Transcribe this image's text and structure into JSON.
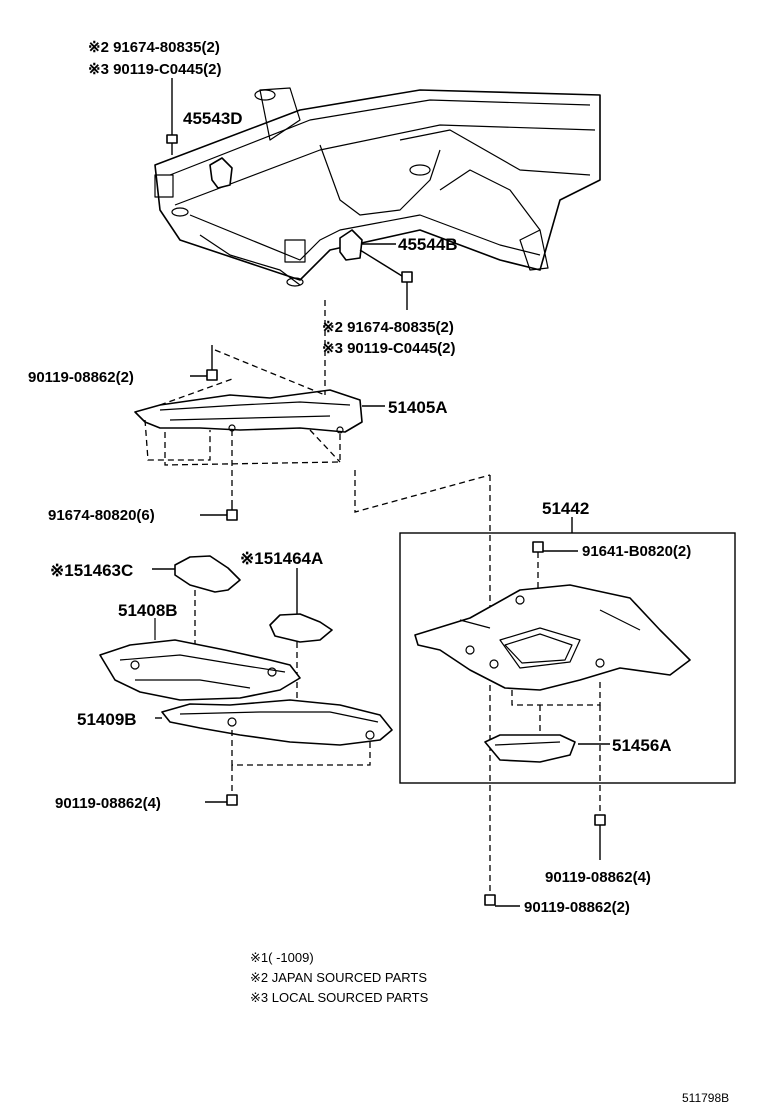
{
  "callouts": {
    "bolt_top_a": "※2 91674-80835(2)",
    "bolt_top_b": "※3 90119-C0445(2)",
    "bracket_d": "45543D",
    "bracket_b": "45544B",
    "bolt_mid_a": "※2 91674-80835(2)",
    "bolt_mid_b": "※3 90119-C0445(2)",
    "bolt_51405_top": "90119-08862(2)",
    "cover_51405": "51405A",
    "bolt_51405_bottom": "91674-80820(6)",
    "assembly_51442": "51442",
    "bolt_51442_top": "91641-B0820(2)",
    "cover_51463": "※151463C",
    "cover_51464": "※151464A",
    "cover_51408": "51408B",
    "cover_51409": "51409B",
    "cover_51456": "51456A",
    "bolt_51409_bottom": "90119-08862(4)",
    "bolt_51456_bottom": "90119-08862(4)",
    "bolt_long_bottom": "90119-08862(2)"
  },
  "footnotes": [
    "※1(       -1009)",
    "※2 JAPAN SOURCED PARTS",
    "※3 LOCAL SOURCED PARTS"
  ],
  "figure_ref": "511798B"
}
